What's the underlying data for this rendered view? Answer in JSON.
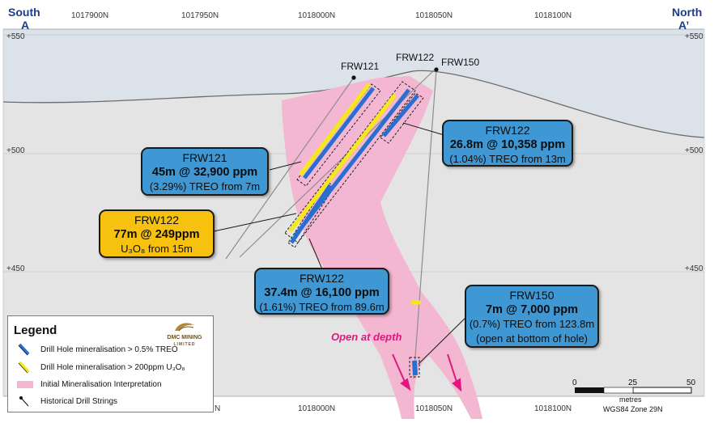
{
  "section": {
    "south_label": "South",
    "south_sub": "A",
    "north_label": "North",
    "north_sub": "A’",
    "top_eastings": [
      "1017900N",
      "1017950N",
      "1018000N",
      "1018050N",
      "1018100N"
    ],
    "bottom_eastings": [
      "N",
      "1018000N",
      "1018050N",
      "1018100N"
    ],
    "elevations": [
      "+550",
      "+500",
      "+450"
    ],
    "open_at_depth": "Open at depth"
  },
  "drill_holes": {
    "frw121": "FRW121",
    "frw122": "FRW122",
    "frw150": "FRW150"
  },
  "callouts": {
    "frw121": {
      "hole": "FRW121",
      "interval": "45m @ 32,900 ppm",
      "detail": "(3.29%) TREO from 7m"
    },
    "frw122_upper": {
      "hole": "FRW122",
      "interval": "26.8m @ 10,358 ppm",
      "detail": "(1.04%) TREO from 13m"
    },
    "frw122_u3o8": {
      "hole": "FRW122",
      "interval": "77m @ 249ppm",
      "detail": "U₃O₈ from 15m"
    },
    "frw122_lower": {
      "hole": "FRW122",
      "interval": "37.4m @ 16,100 ppm",
      "detail": "(1.61%) TREO from 89.6m"
    },
    "frw150": {
      "hole": "FRW150",
      "interval": "7m @ 7,000 ppm",
      "detail": "(0.7%) TREO from 123.8m",
      "note": "(open at bottom of hole)"
    }
  },
  "legend": {
    "title": "Legend",
    "logo_text": "DMC MINING",
    "logo_sub": "LIMITED",
    "items": [
      {
        "label": "Drill Hole mineralisation > 0.5% TREO",
        "icon": "blue-drill-trace-icon"
      },
      {
        "label": "Drill Hole mineralisation > 200ppm U₃O₈",
        "icon": "yellow-drill-trace-icon"
      },
      {
        "label": "Initial Mineralisation Interpretation",
        "icon": "pink-zone-swatch-icon"
      },
      {
        "label": "Historical Drill Strings",
        "icon": "drill-string-icon"
      }
    ]
  },
  "scale": {
    "ticks": [
      "0",
      "25",
      "50"
    ],
    "unit": "metres",
    "datum": "WGS84 Zone 29N"
  },
  "colors": {
    "treo_blue": "#2a6fcf",
    "u3o8_yellow": "#f4e71c",
    "zone_pink": "#f4b7d1",
    "callout_blue": "#3f97d3",
    "callout_gold": "#f7c10f",
    "depth_arrow": "#e0177e",
    "header_text": "#1f3c88"
  }
}
